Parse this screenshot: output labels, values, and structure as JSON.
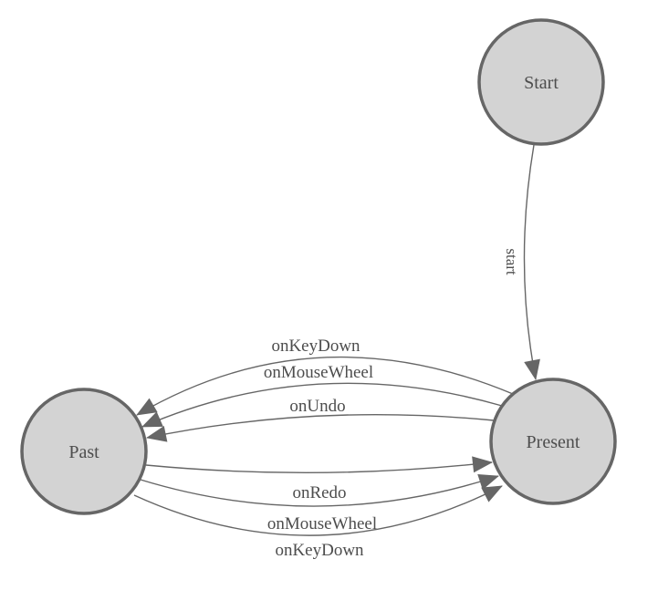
{
  "diagram": {
    "colors": {
      "background": "#ffffff",
      "node_fill": "#d3d3d3",
      "node_stroke": "#666666",
      "edge": "#666666",
      "text": "#4d4d4d"
    },
    "nodes": [
      {
        "id": "start",
        "label": "Start"
      },
      {
        "id": "present",
        "label": "Present"
      },
      {
        "id": "past",
        "label": "Past"
      }
    ],
    "edges": [
      {
        "from": "Start",
        "to": "Present",
        "label": "start"
      },
      {
        "from": "Present",
        "to": "Past",
        "label": "onKeyDown"
      },
      {
        "from": "Present",
        "to": "Past",
        "label": "onMouseWheel"
      },
      {
        "from": "Present",
        "to": "Past",
        "label": "onUndo"
      },
      {
        "from": "Past",
        "to": "Present",
        "label": "onRedo"
      },
      {
        "from": "Past",
        "to": "Present",
        "label": "onMouseWheel"
      },
      {
        "from": "Past",
        "to": "Present",
        "label": "onKeyDown"
      }
    ]
  }
}
